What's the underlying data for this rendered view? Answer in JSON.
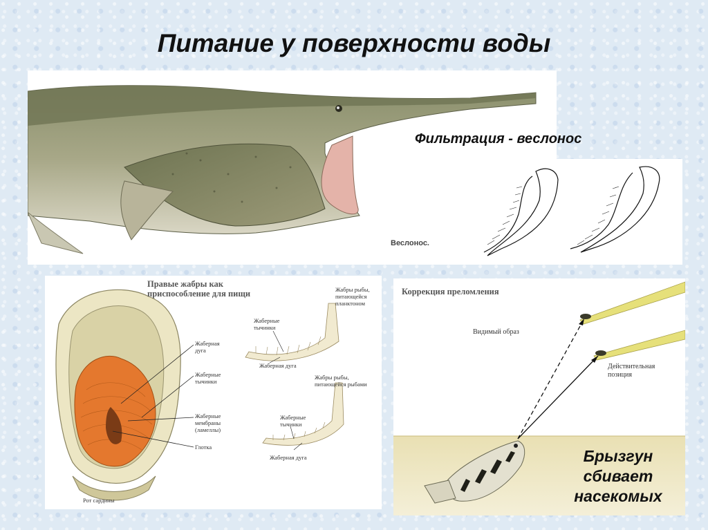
{
  "slide": {
    "title": "Питание у поверхности воды",
    "filtration_caption": "Фильтрация - веслонос"
  },
  "paddlefish": {
    "label": "Веслонос."
  },
  "gills": {
    "heading_line1": "Правые жабры как",
    "heading_line2": "приспособление для пищи",
    "labels": {
      "arch_1": "Жаберная",
      "arch_2": "дуга",
      "rakers_1": "Жаберные",
      "rakers_2": "тычинки",
      "membranes_1": "Жаберные",
      "membranes_2": "мембраны",
      "membranes_3": "(ламеллы)",
      "pharynx": "Глотка",
      "mouth": "Рот сардины",
      "plankton_1": "Жабры рыбы,",
      "plankton_2": "питающейся",
      "plankton_3": "планктоном",
      "rakers_top_1": "Жаберные",
      "rakers_top_2": "тычинки",
      "arch_top": "Жаберная дуга",
      "fish_1": "Жабры рыбы,",
      "fish_2": "питающейся рыбами",
      "rakers_bot_1": "Жаберные",
      "rakers_bot_2": "тычинки",
      "arch_bot": "Жаберная дуга"
    }
  },
  "archer": {
    "heading": "Коррекция преломления",
    "apparent": "Видимый образ",
    "actual_1": "Действительная",
    "actual_2": "позиция",
    "caption_1": "Брызгун",
    "caption_2": "сбивает",
    "caption_3": "насекомых"
  }
}
